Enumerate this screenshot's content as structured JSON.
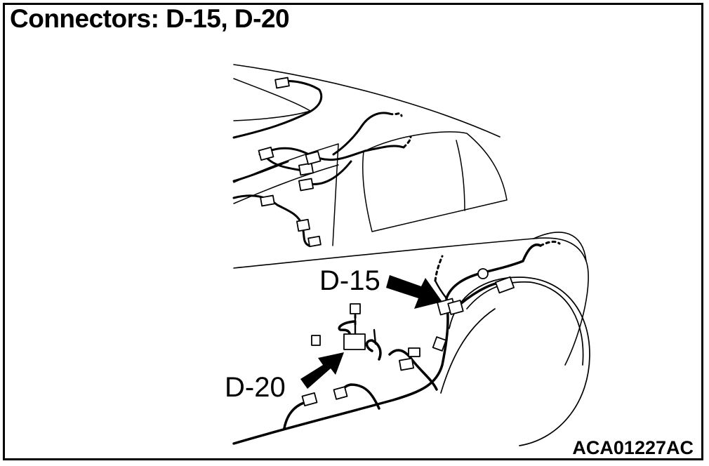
{
  "title": "Connectors: D-15, D-20",
  "figure_code": "ACA01227AC",
  "callouts": {
    "d15": "D-15",
    "d20": "D-20"
  }
}
